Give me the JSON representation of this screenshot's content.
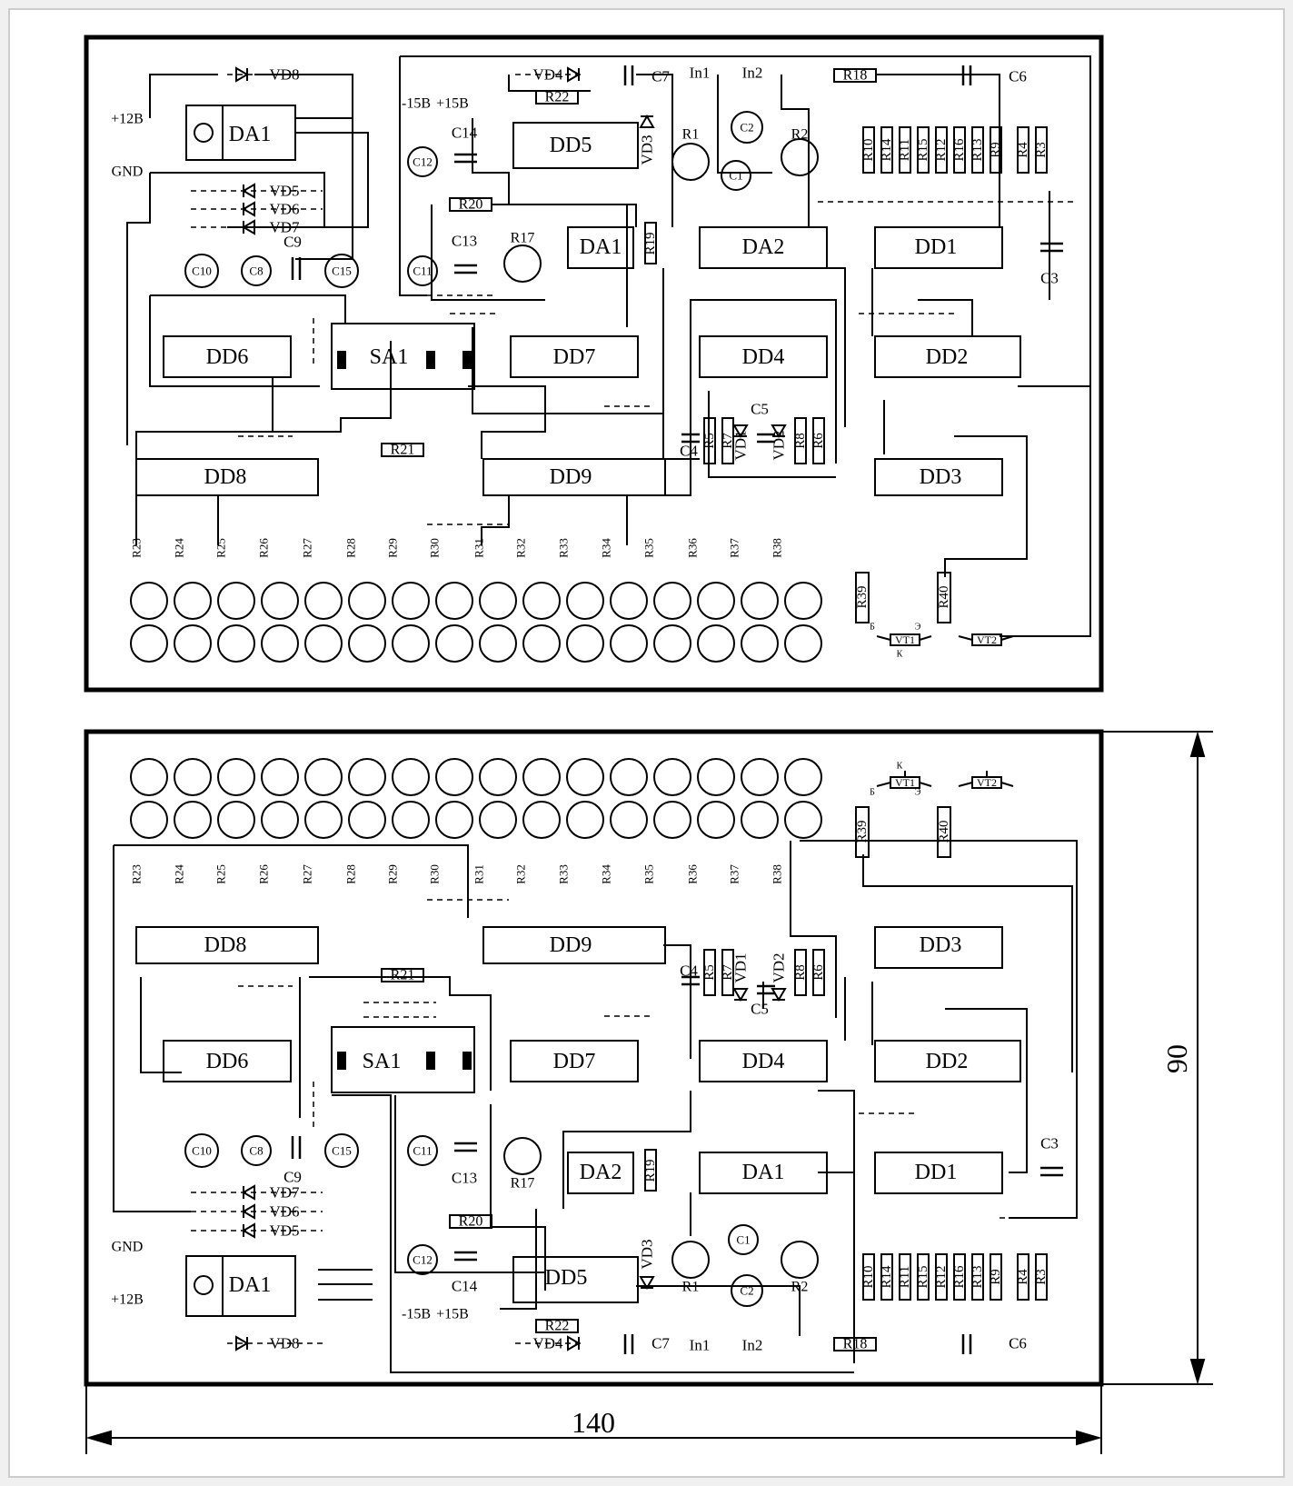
{
  "top_board": {
    "power": [
      "+12В",
      "GND",
      "-15В",
      "+15В"
    ],
    "chips": [
      "DA1",
      "DD5",
      "DA2",
      "DA1",
      "DD1",
      "DD6",
      "SA1",
      "DD7",
      "DD4",
      "DD2",
      "DD8",
      "DD9",
      "DD3"
    ],
    "caps": [
      "C14",
      "C13",
      "C9",
      "C3",
      "C5",
      "C4",
      "C7",
      "C6"
    ],
    "caps_round": [
      "C12",
      "C11",
      "C10",
      "C8",
      "C15",
      "C2",
      "C1"
    ],
    "diodes": [
      "VD8",
      "VD5",
      "VD6",
      "VD7",
      "VD4",
      "VD3",
      "VD1",
      "VD2"
    ],
    "resistors_h": [
      "R22",
      "R20",
      "R21",
      "R18"
    ],
    "resistors_v": [
      "R10",
      "R14",
      "R11",
      "R15",
      "R12",
      "R16",
      "R13",
      "R9",
      "R4",
      "R3",
      "R19",
      "R5",
      "R7",
      "R8",
      "R6",
      "R39",
      "R40"
    ],
    "trimmers": [
      "R1",
      "R2",
      "R17"
    ],
    "inputs": [
      "In1",
      "In2"
    ],
    "led_resistors": [
      "R23",
      "R24",
      "R25",
      "R26",
      "R27",
      "R28",
      "R29",
      "R30",
      "R31",
      "R32",
      "R33",
      "R34",
      "R35",
      "R36",
      "R37",
      "R38"
    ],
    "transistors": [
      "VT1",
      "VT2"
    ],
    "pins": [
      "Б",
      "Э",
      "К"
    ]
  },
  "bottom_board": {
    "power": [
      "GND",
      "+12В",
      "-15В",
      "+15В"
    ],
    "chips": [
      "DD8",
      "DD9",
      "DD3",
      "DD6",
      "SA1",
      "DD7",
      "DD4",
      "DD2",
      "DA2",
      "DA1",
      "DD1",
      "DA1",
      "DD5"
    ],
    "caps": [
      "C4",
      "C5",
      "C9",
      "C13",
      "C14",
      "C3",
      "C7",
      "C6"
    ],
    "caps_round": [
      "C10",
      "C8",
      "C15",
      "C11",
      "C12",
      "C1",
      "C2"
    ],
    "diodes": [
      "VD1",
      "VD2",
      "VD7",
      "VD6",
      "VD5",
      "VD3",
      "VD4",
      "VD8"
    ],
    "resistors_h": [
      "R21",
      "R20",
      "R22",
      "R18"
    ],
    "resistors_v": [
      "R5",
      "R7",
      "R8",
      "R6",
      "R19",
      "R39",
      "R40",
      "R10",
      "R14",
      "R11",
      "R15",
      "R12",
      "R16",
      "R13",
      "R9",
      "R4",
      "R3"
    ],
    "trimmers": [
      "R17",
      "R1",
      "R2"
    ],
    "inputs": [
      "In1",
      "In2"
    ],
    "led_resistors": [
      "R23",
      "R24",
      "R25",
      "R26",
      "R27",
      "R28",
      "R29",
      "R30",
      "R31",
      "R32",
      "R33",
      "R34",
      "R35",
      "R36",
      "R37",
      "R38"
    ],
    "transistors": [
      "VT1",
      "VT2"
    ],
    "pins": [
      "Б",
      "Э",
      "К"
    ]
  },
  "dimensions": {
    "width": "140",
    "height": "90"
  }
}
